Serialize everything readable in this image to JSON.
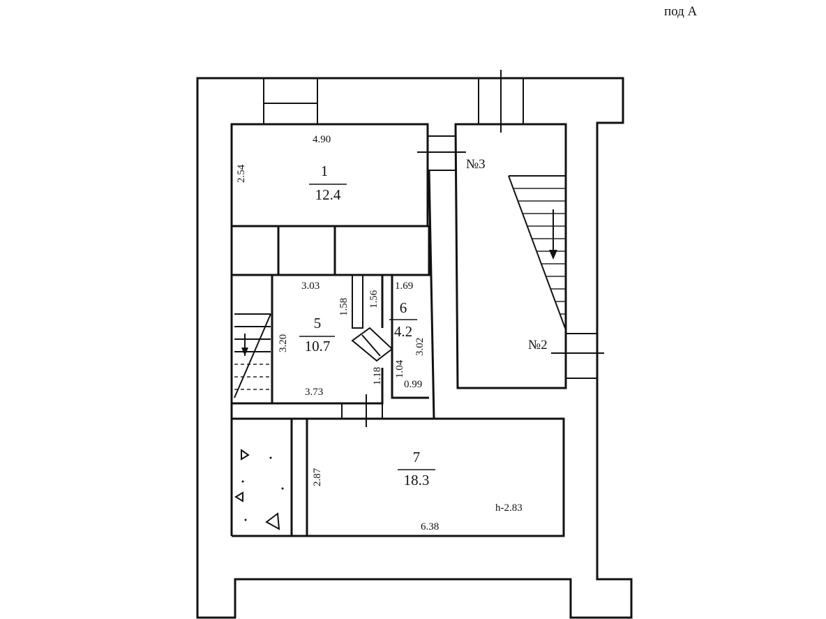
{
  "header": {
    "entrance": "под А"
  },
  "colors": {
    "ink": "#111111",
    "paper": "#ffffff"
  },
  "stairs": [
    {
      "id": "3",
      "label": "№3"
    },
    {
      "id": "2",
      "label": "№2"
    }
  ],
  "rooms": [
    {
      "id": "1",
      "number": "1",
      "area": "12.4",
      "dims": [
        "4.90",
        "2.54"
      ]
    },
    {
      "id": "5",
      "number": "5",
      "area": "10.7",
      "dims": [
        "3.03",
        "1.58",
        "3.20",
        "3.73"
      ]
    },
    {
      "id": "6",
      "number": "6",
      "area": "4.2",
      "dims": [
        "1.56",
        "1.69",
        "3.02",
        "1.18",
        "1.04",
        "0.99"
      ]
    },
    {
      "id": "7",
      "number": "7",
      "area": "18.3",
      "dims": [
        "2.87",
        "6.38"
      ],
      "height": "h-2.83"
    }
  ]
}
